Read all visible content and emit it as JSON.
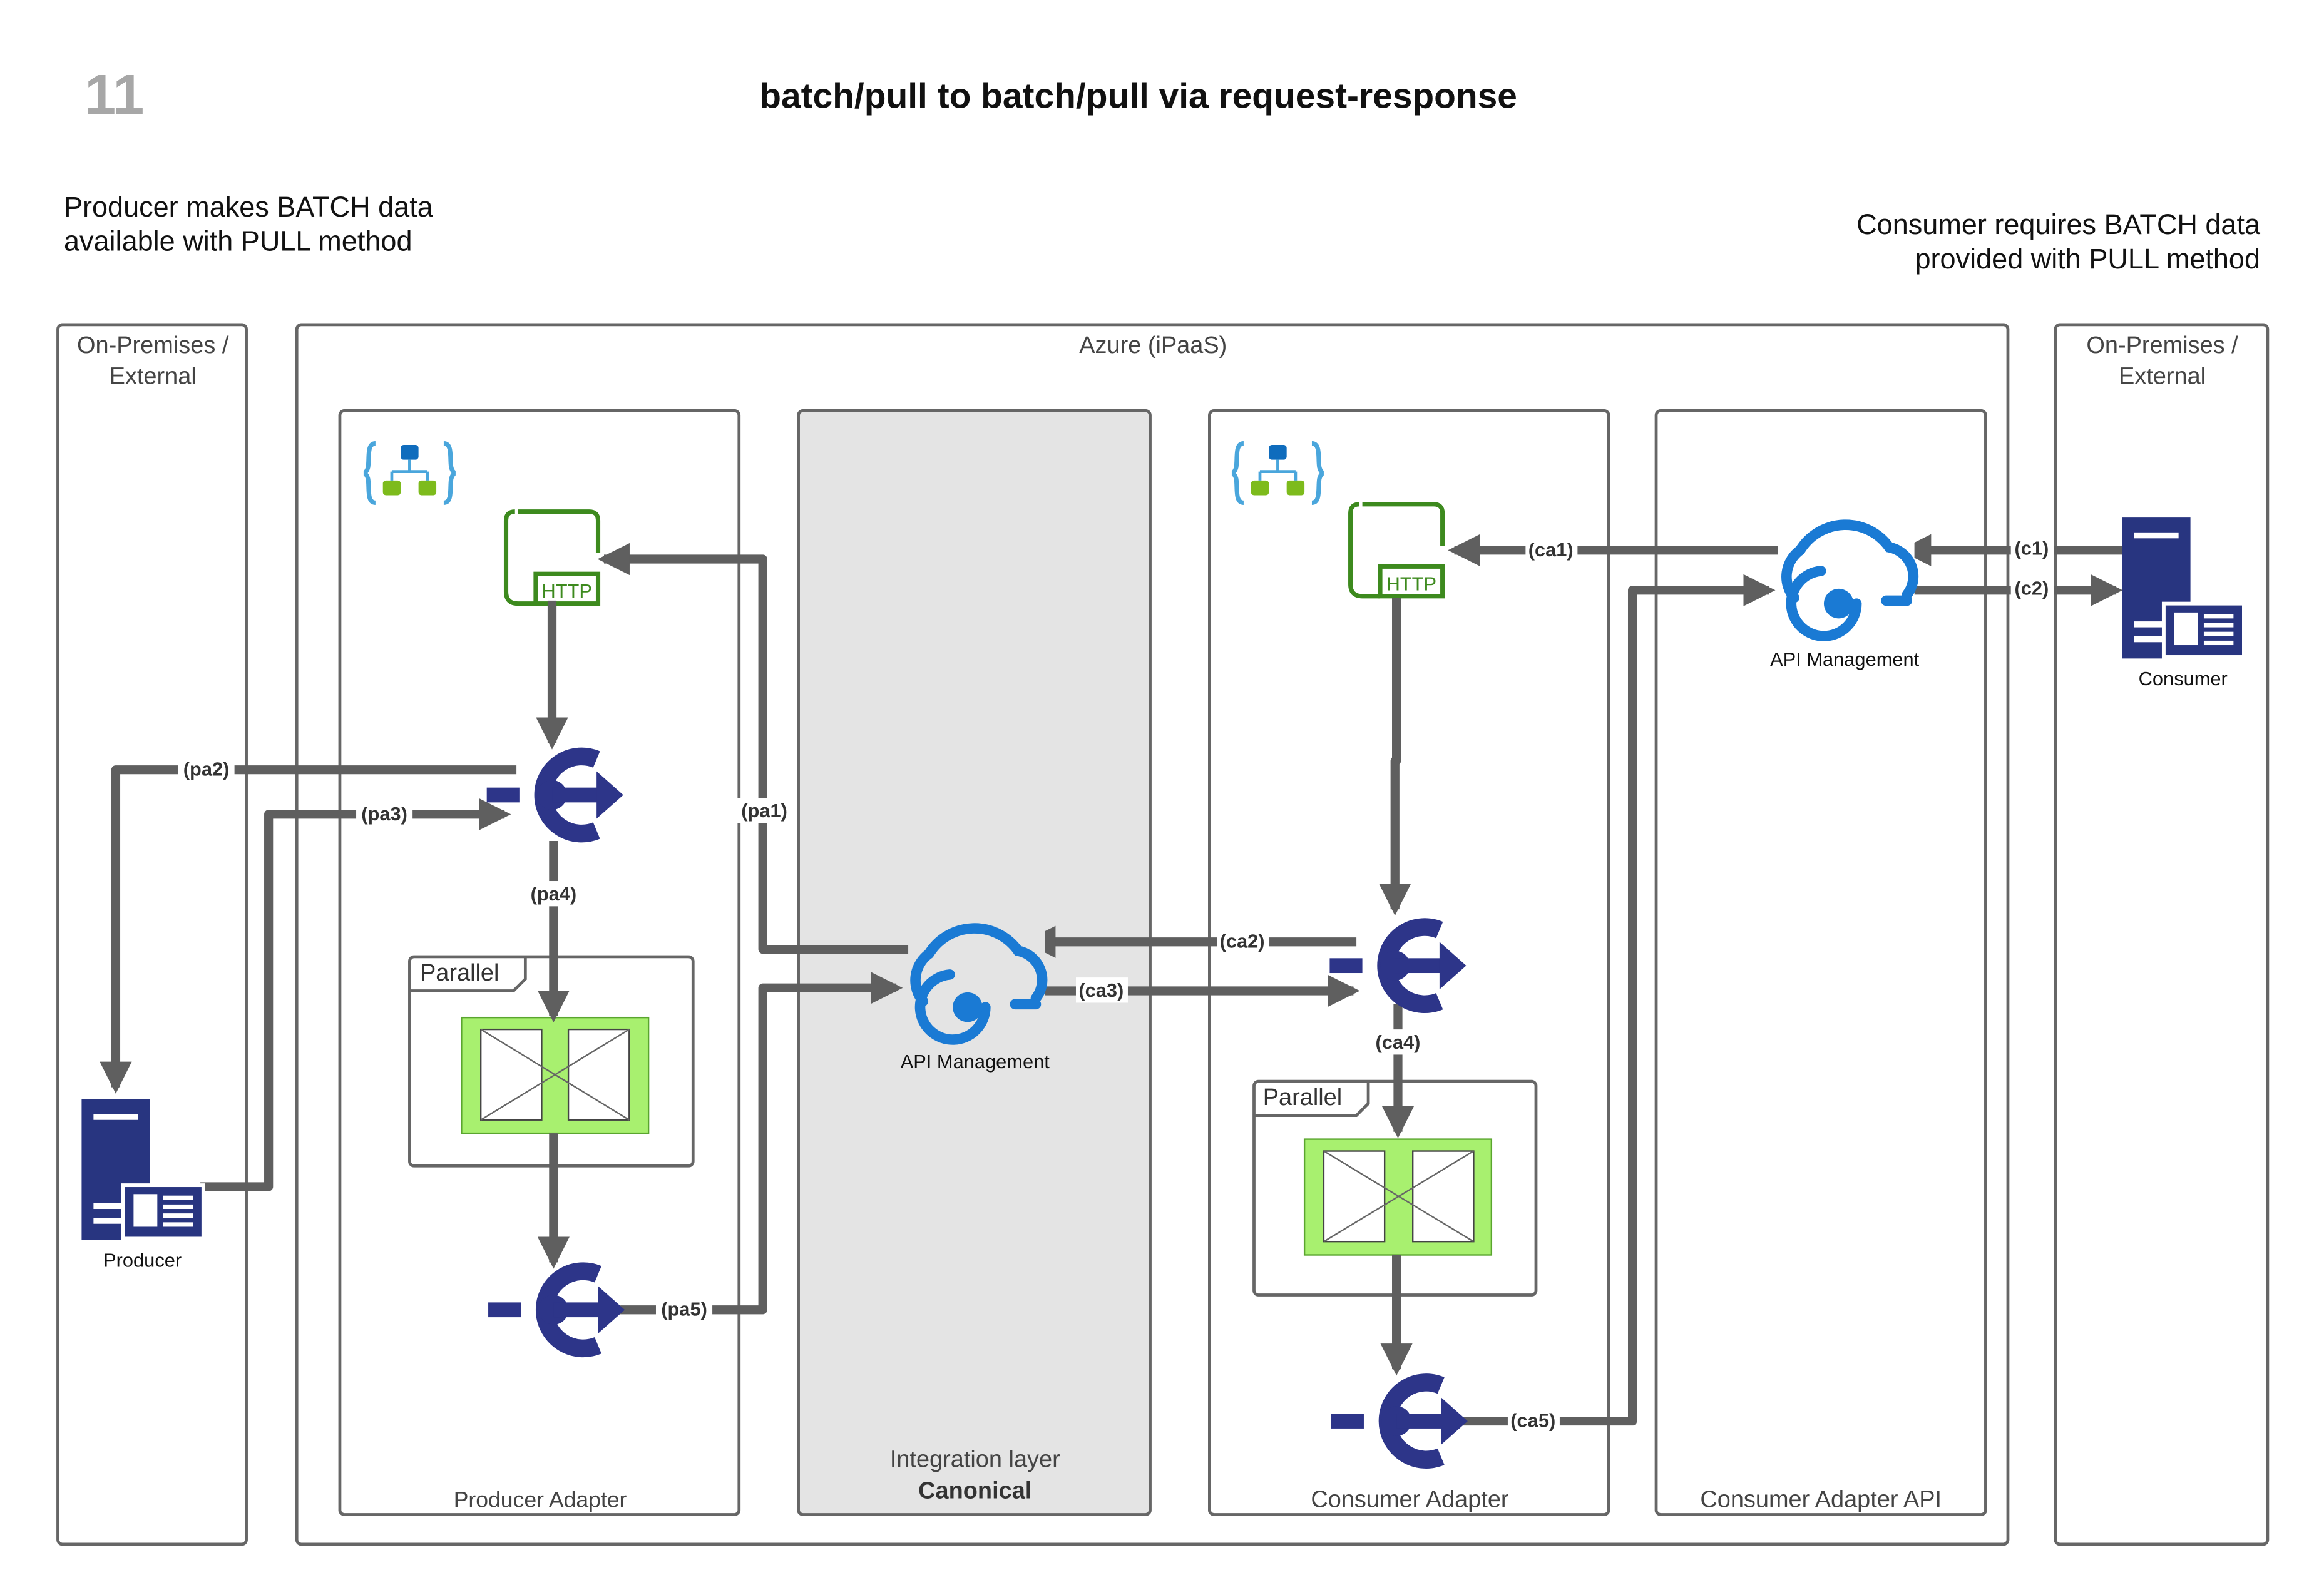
{
  "page_number": "11",
  "title": "batch/pull to batch/pull via request-response",
  "producer_note": [
    "Producer makes BATCH data",
    "available with PULL method"
  ],
  "consumer_note": [
    "Consumer requires BATCH data",
    "provided with PULL method"
  ],
  "zones": {
    "left_onprem": [
      "On-Premises /",
      "External"
    ],
    "azure": "Azure (iPaaS)",
    "right_onprem": [
      "On-Premises /",
      "External"
    ]
  },
  "containers": {
    "producer_adapter": "Producer Adapter",
    "integration_layer": [
      "Integration layer",
      "Canonical"
    ],
    "consumer_adapter": "Consumer Adapter",
    "consumer_adapter_api": "Consumer Adapter API"
  },
  "components": {
    "producer": "Producer",
    "consumer": "Consumer",
    "api_mgmt_center": "API Management",
    "api_mgmt_right": "API Management",
    "http_badge": "HTTP",
    "parallel": "Parallel"
  },
  "connectors": {
    "pa1": "(pa1)",
    "pa2": "(pa2)",
    "pa3": "(pa3)",
    "pa4": "(pa4)",
    "pa5": "(pa5)",
    "ca1": "(ca1)",
    "ca2": "(ca2)",
    "ca3": "(ca3)",
    "ca4": "(ca4)",
    "ca5": "(ca5)",
    "c1": "(c1)",
    "c2": "(c2)"
  },
  "colors": {
    "arrow": "#5f5f5f",
    "connector_navy": "#2d3589",
    "azure_blue": "#1a7ad4",
    "http_green": "#3d8a1e",
    "parallel_fill": "#a8f06f",
    "canonical_fill": "#e4e4e4"
  }
}
